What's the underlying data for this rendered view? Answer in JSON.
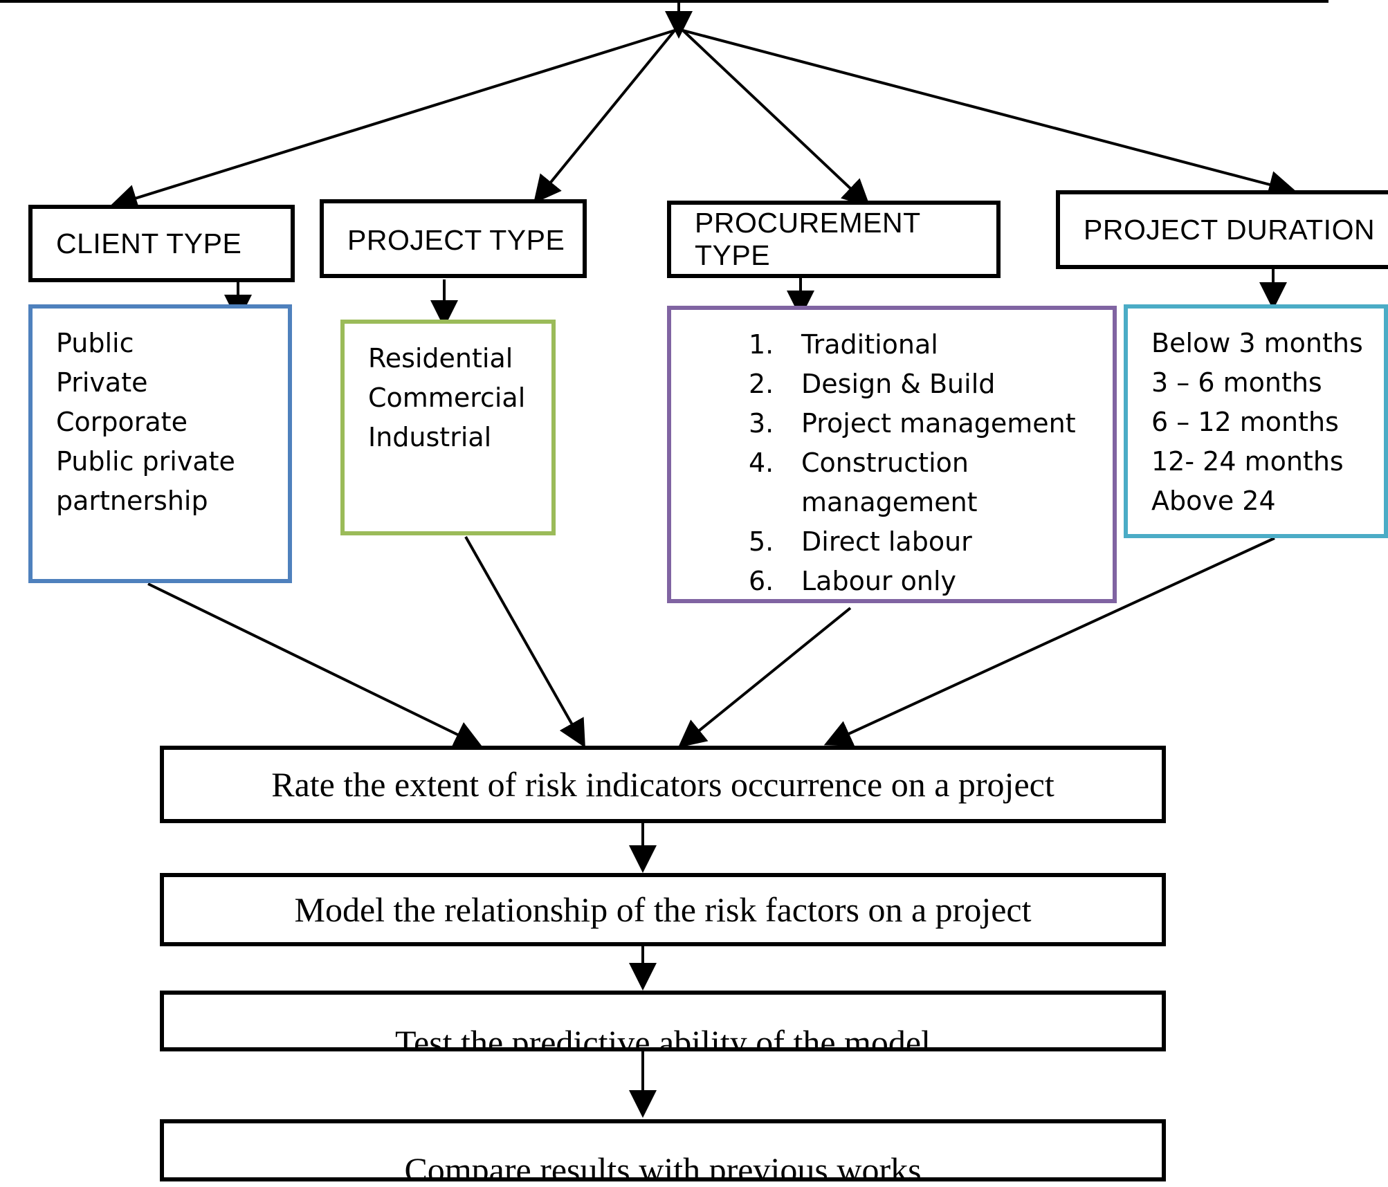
{
  "colors": {
    "client_type_border": "#4f81bd",
    "project_type_border": "#9bbb59",
    "procurement_type_border": "#8064a2",
    "project_duration_border": "#4bacc6",
    "line": "#000000"
  },
  "categories": {
    "client_type": {
      "title": "CLIENT TYPE",
      "items": [
        "Public",
        "Private",
        "Corporate",
        "Public private",
        "partnership"
      ]
    },
    "project_type": {
      "title": "PROJECT TYPE",
      "items": [
        "Residential",
        "Commercial",
        "Industrial"
      ]
    },
    "procurement_type": {
      "title": "PROCUREMENT TYPE",
      "items": [
        {
          "number": "1.",
          "text": "Traditional"
        },
        {
          "number": "2.",
          "text": "Design & Build"
        },
        {
          "number": "3.",
          "text": "Project management"
        },
        {
          "number": "4.",
          "text": "Construction"
        },
        {
          "number": "",
          "text": "management"
        },
        {
          "number": "5.",
          "text": "Direct labour"
        },
        {
          "number": "6.",
          "text": "Labour only"
        }
      ]
    },
    "project_duration": {
      "title": "PROJECT DURATION",
      "items": [
        "Below 3 months",
        "3 – 6 months",
        "6 – 12 months",
        "12- 24 months",
        "Above 24"
      ]
    }
  },
  "steps": [
    "Rate the extent of risk indicators occurrence on a project",
    "Model the relationship of the risk factors on a project",
    "Test the predictive ability of the model",
    "Compare results with previous works"
  ]
}
